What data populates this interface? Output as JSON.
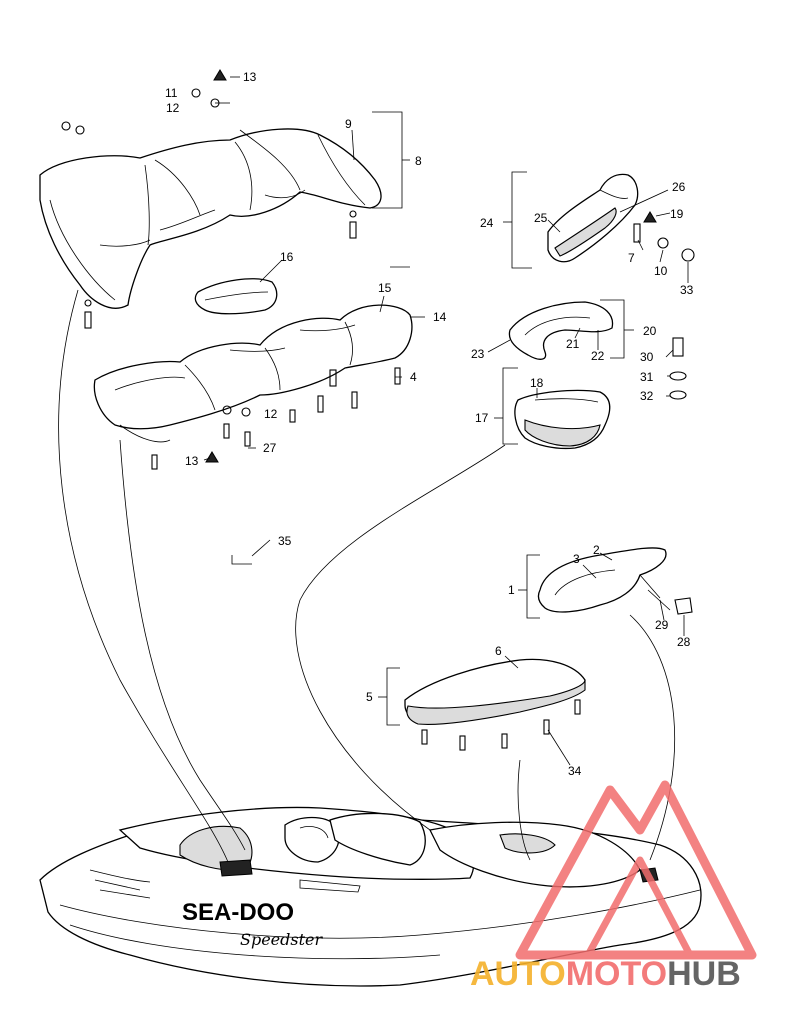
{
  "callouts": {
    "c1": "1",
    "c2": "2",
    "c3": "3",
    "c4": "4",
    "c5": "5",
    "c6": "6",
    "c7": "7",
    "c8": "8",
    "c9": "9",
    "c10": "10",
    "c11": "11",
    "c12a": "12",
    "c12b": "12",
    "c13a": "13",
    "c13b": "13",
    "c14": "14",
    "c15": "15",
    "c16": "16",
    "c17": "17",
    "c18": "18",
    "c19": "19",
    "c20": "20",
    "c21": "21",
    "c22": "22",
    "c23": "23",
    "c24": "24",
    "c25": "25",
    "c26": "26",
    "c27": "27",
    "c28": "28",
    "c29": "29",
    "c30": "30",
    "c31": "31",
    "c32": "32",
    "c33": "33",
    "c34": "34",
    "c35": "35"
  },
  "hull": {
    "brand": "SEA-DOO",
    "model": "Speedster"
  },
  "watermark": {
    "part1": "AUTO",
    "part2": "MOTO",
    "part3": "HUB",
    "colors": {
      "red": "#f26d6d",
      "orange": "#f5b12b",
      "gray": "#555555"
    }
  }
}
